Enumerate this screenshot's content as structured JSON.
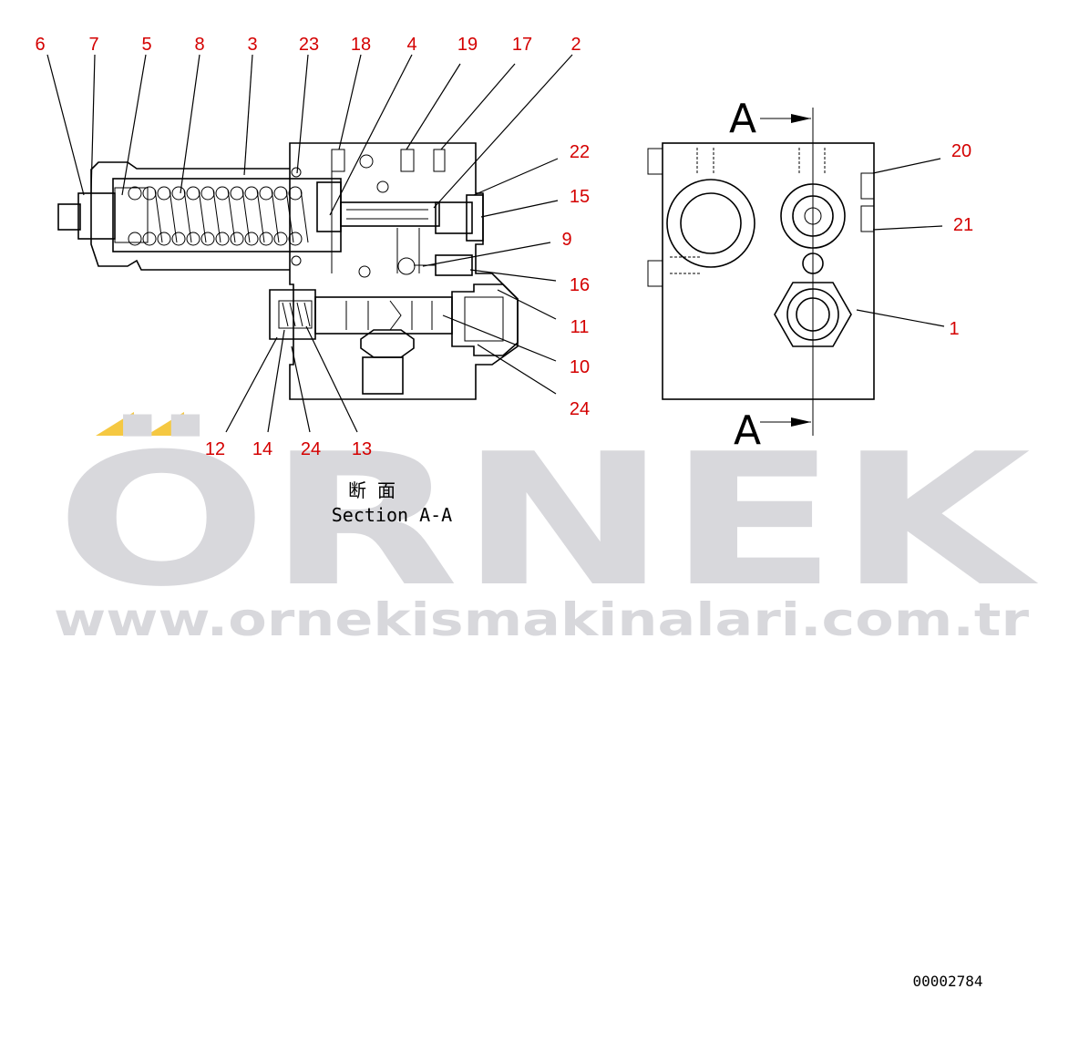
{
  "callouts": {
    "c6": "6",
    "c7": "7",
    "c5": "5",
    "c8": "8",
    "c3": "3",
    "c23": "23",
    "c18": "18",
    "c4": "4",
    "c19": "19",
    "c17": "17",
    "c2": "2",
    "c22": "22",
    "c15": "15",
    "c9": "9",
    "c16": "16",
    "c11": "11",
    "c10": "10",
    "c24r": "24",
    "c12": "12",
    "c14": "14",
    "c24b": "24",
    "c13": "13",
    "c20": "20",
    "c21": "21",
    "c1": "1"
  },
  "section": {
    "letter_top": "A",
    "letter_bottom": "A",
    "caption_jp": "断 面",
    "caption_en": "Section A-A"
  },
  "watermark": {
    "brand": "ÖRNEK",
    "url": "www.ornekismakinalari.com.tr",
    "accent_color": "#f5c842",
    "gray_color": "#d8d8dc"
  },
  "drawing_number": "00002784",
  "colors": {
    "callout": "#d40000",
    "line": "#000000"
  }
}
